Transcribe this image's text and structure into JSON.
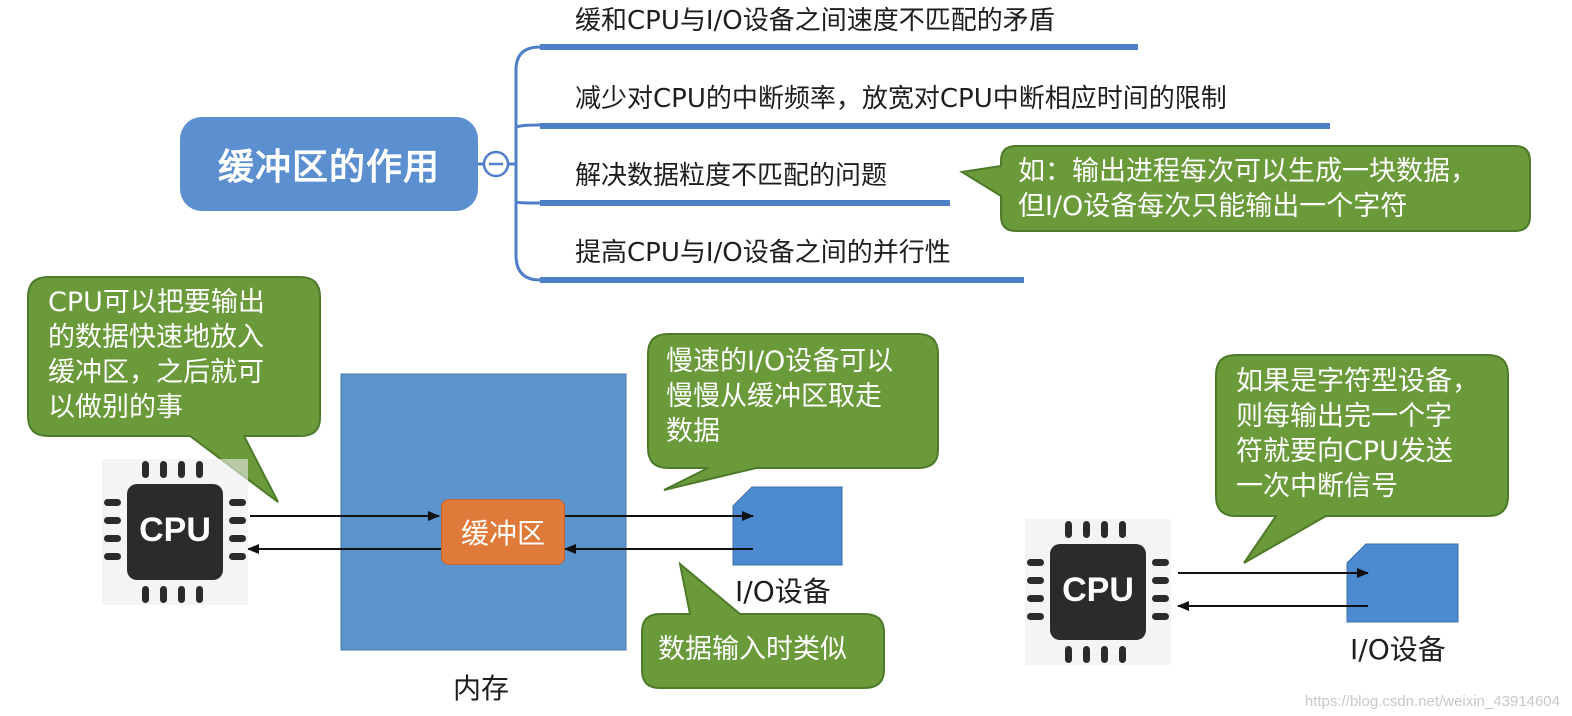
{
  "mindmap": {
    "root": "缓冲区的作用",
    "branches": [
      "缓和CPU与I/O设备之间速度不匹配的矛盾",
      "减少对CPU的中断频率，放宽对CPU中断相应时间的限制",
      "解决数据粒度不匹配的问题",
      "提高CPU与I/O设备之间的并行性"
    ],
    "collapse_symbol": "−"
  },
  "callouts": {
    "granularity_example": "如：输出进程每次可以生成一块数据，\n但I/O设备每次只能输出一个字符",
    "cpu_output": "CPU可以把要输出\n的数据快速地放入\n缓冲区，之后就可\n以做别的事",
    "slow_device": "慢速的I/O设备可以\n慢慢从缓冲区取走\n数据",
    "input_similar": "数据输入时类似",
    "char_device": "如果是字符型设备，\n则每输出完一个字\n符就要向CPU发送\n一次中断信号"
  },
  "buffer_diagram": {
    "cpu_label": "CPU",
    "buffer_label": "缓冲区",
    "memory_label": "内存",
    "device_label": "I/O设备"
  },
  "direct_diagram": {
    "cpu_label": "CPU",
    "device_label": "I/O设备"
  },
  "watermark": "https://blog.csdn.net/weixin_43914604",
  "colors": {
    "root_fill": "#5b8fcf",
    "branch_line": "#4f7fc6",
    "callout_fill": "#6a9a3a",
    "memory_fill": "#5b93cc",
    "buffer_fill": "#e07a3a",
    "chip_body": "#2b2b2b"
  },
  "icons": [
    "cpu-chip-icon",
    "io-device-icon",
    "collapse-icon"
  ]
}
